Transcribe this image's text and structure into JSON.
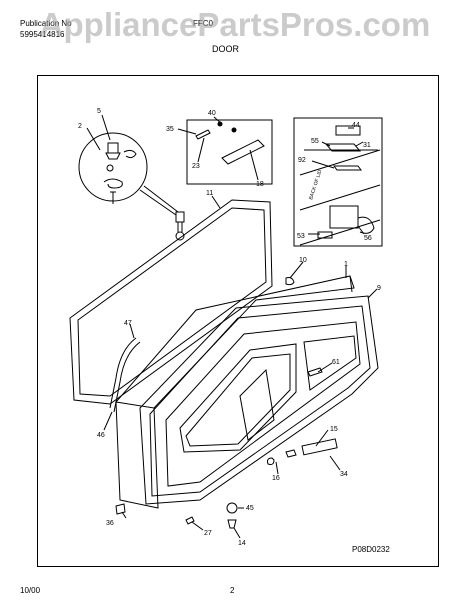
{
  "watermark": "AppliancePartsPros.com",
  "header": {
    "publication_label": "Publication No",
    "publication_number": "5995414816",
    "model": "FFC0",
    "section_title": "DOOR"
  },
  "diagram": {
    "part_labels": [
      "1",
      "2",
      "5",
      "9",
      "10",
      "11",
      "14",
      "15",
      "16",
      "18",
      "23",
      "27",
      "31",
      "34",
      "35",
      "36",
      "40",
      "44",
      "45",
      "46",
      "47",
      "53",
      "55",
      "56",
      "61",
      "92"
    ],
    "inset_text": "BACK OF LID",
    "drawing_code": "P08D0232"
  },
  "footer": {
    "date": "10/00",
    "page": "2"
  }
}
